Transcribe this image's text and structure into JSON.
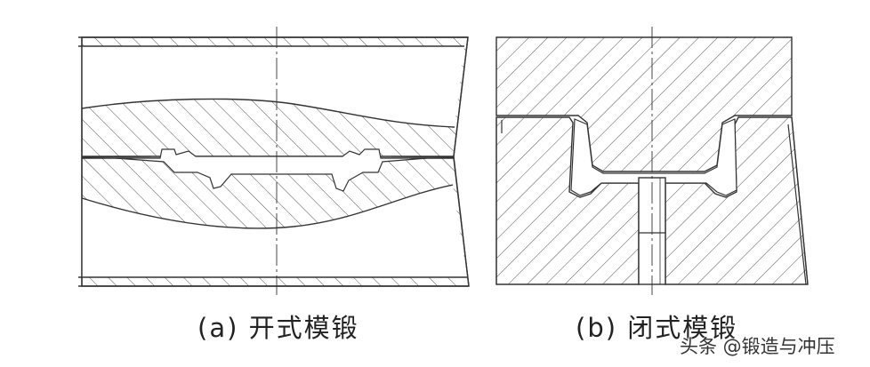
{
  "captions": {
    "open": "(a) 开式模锻",
    "closed": "(b) 闭式模锻"
  },
  "watermark": "头条 @锻造与冲压",
  "colors": {
    "line": "#333333",
    "hatch": "#555555",
    "background": "#ffffff"
  }
}
